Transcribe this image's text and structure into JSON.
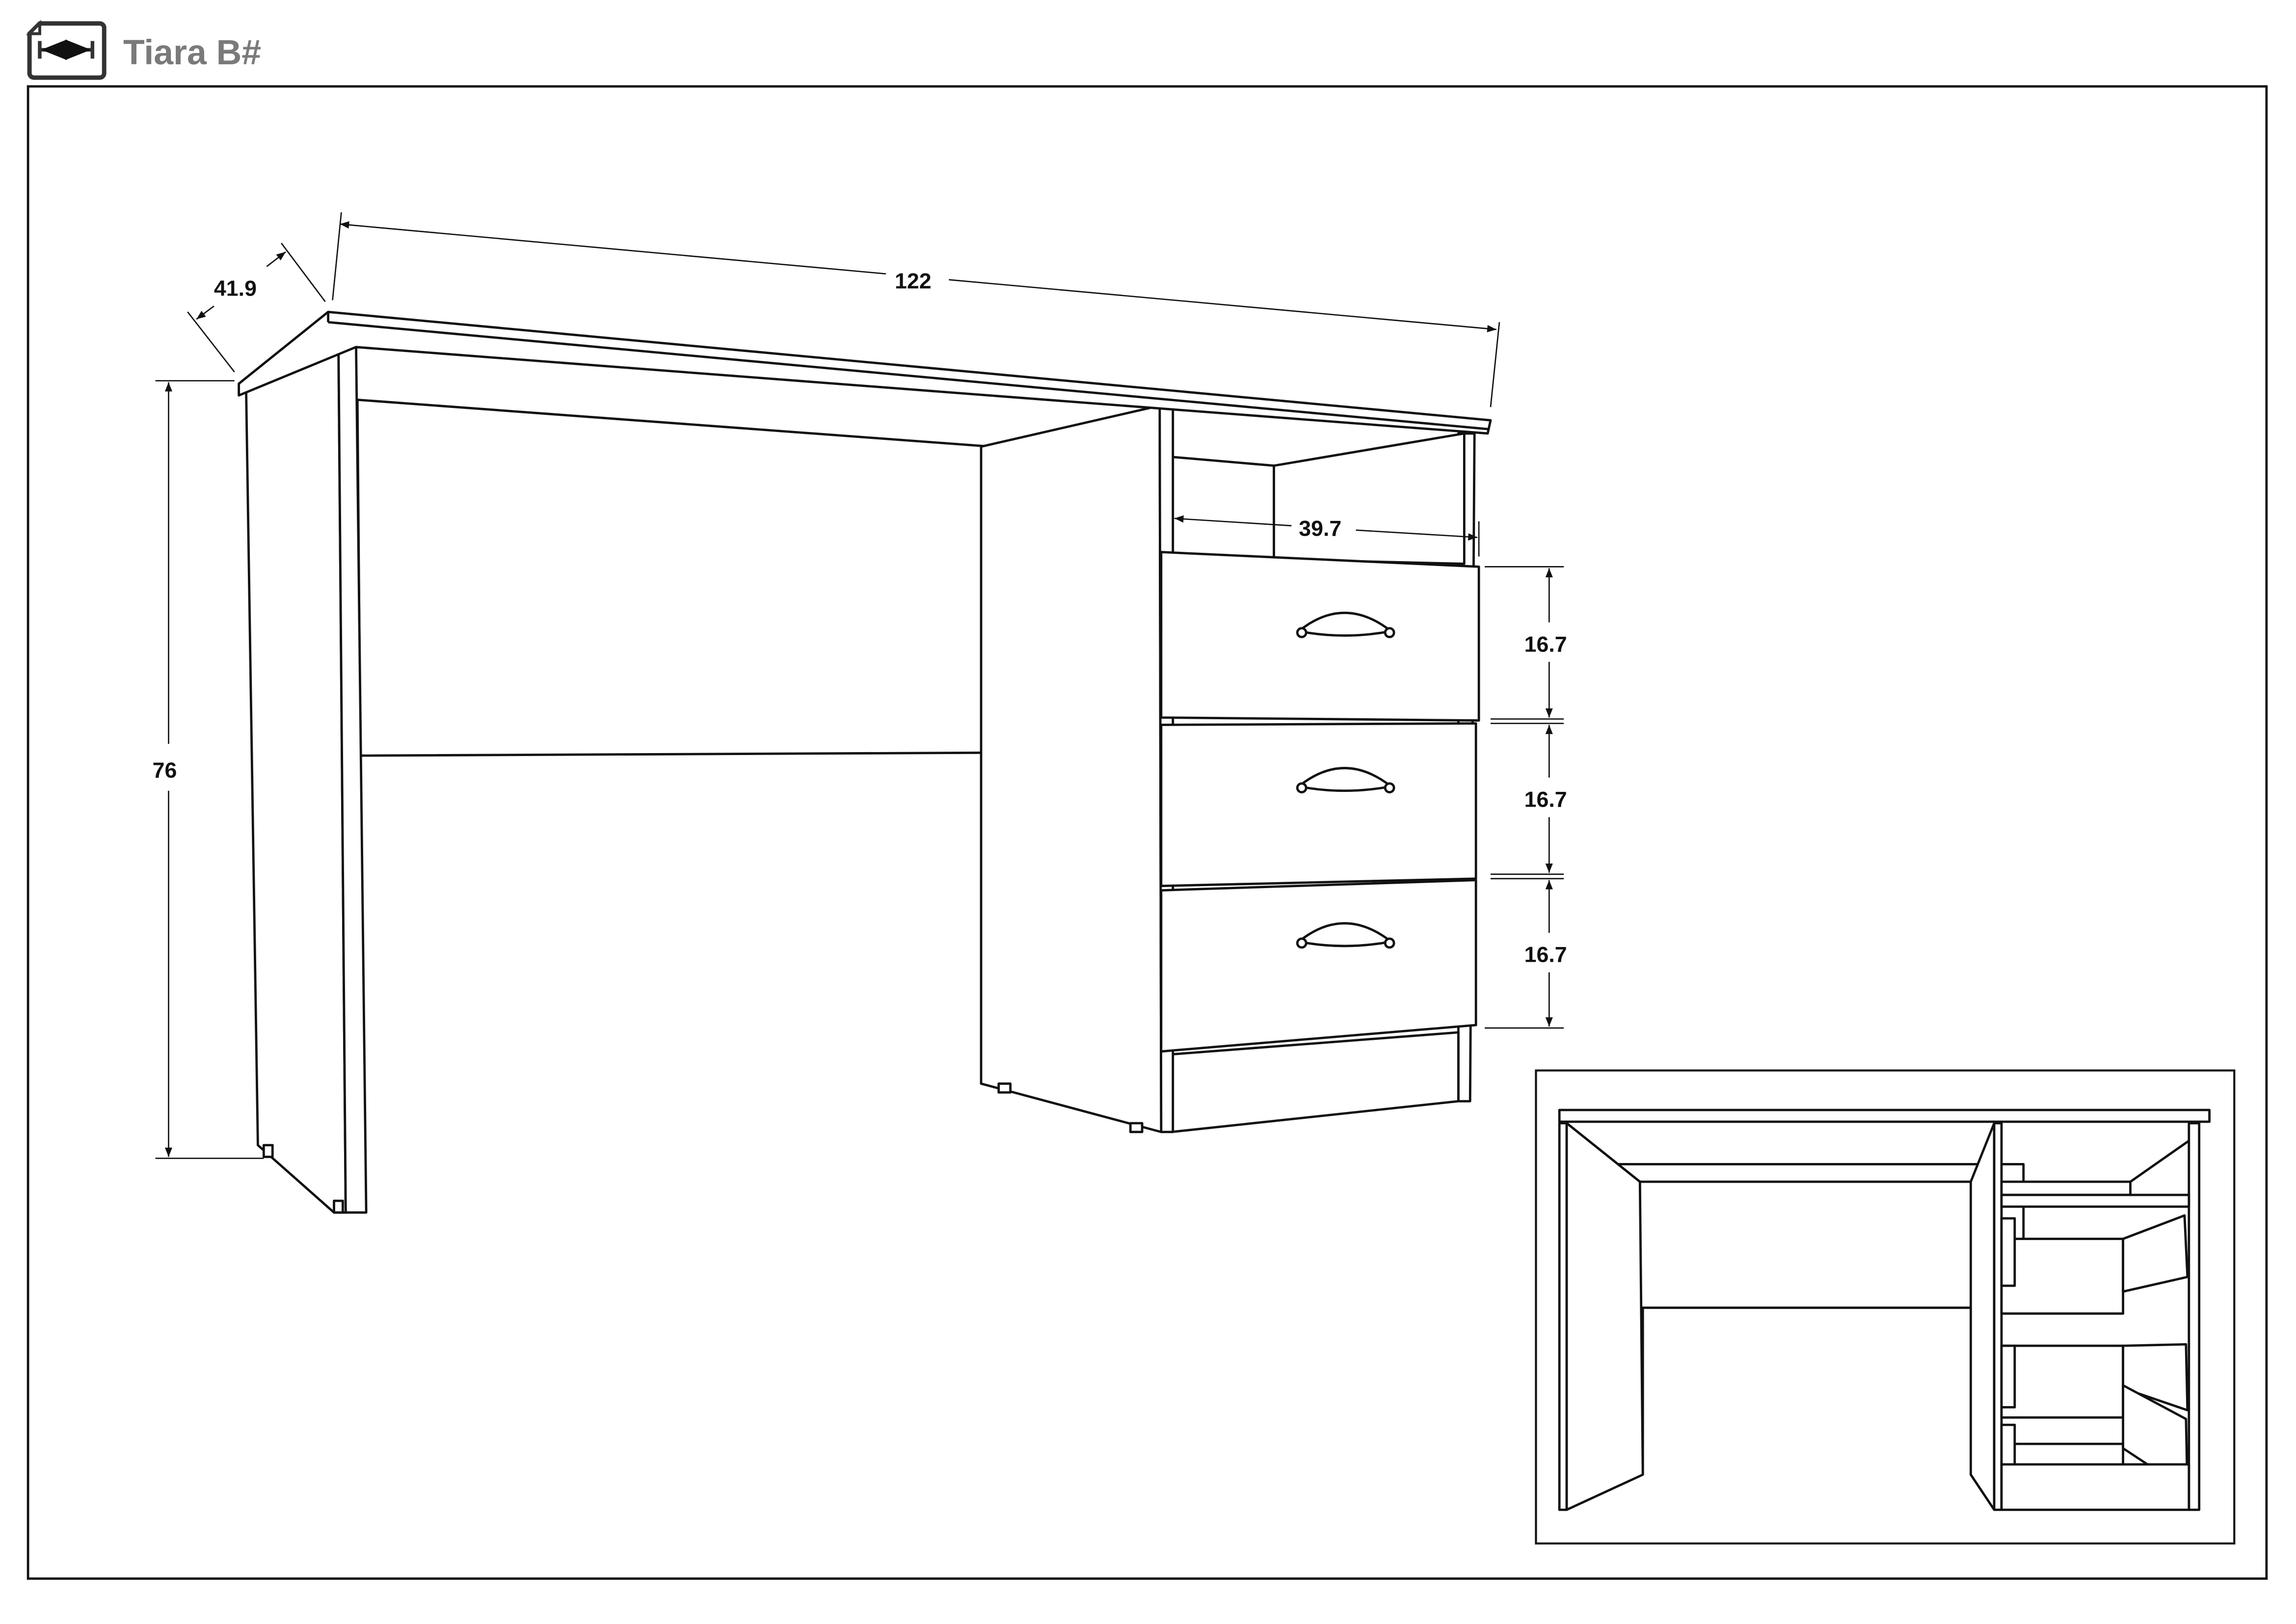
{
  "header": {
    "title": "Tiara B#",
    "icon": "dimension-sheet-icon"
  },
  "dimensions": {
    "depth": "41.9",
    "width": "122",
    "height": "76",
    "pedestal_width": "39.7",
    "drawer_heights": [
      "16.7",
      "16.7",
      "16.7"
    ]
  }
}
